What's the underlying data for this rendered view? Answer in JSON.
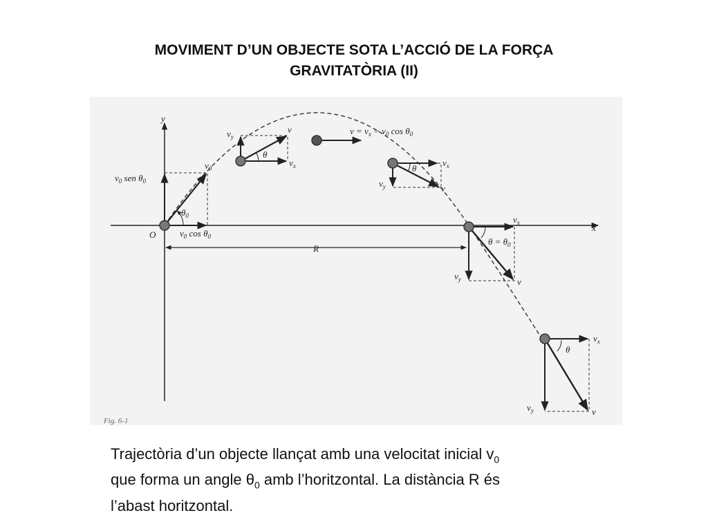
{
  "title": {
    "line1": "MOVIMENT D’UN OBJECTE SOTA L’ACCIÓ DE LA FORÇA",
    "line2": "GRAVITATÒRIA (II)"
  },
  "figure": {
    "labels": {
      "y_axis": "y",
      "x_axis": "x",
      "origin": "O",
      "range": "R",
      "v": "v",
      "v0": "v",
      "v0_sub": "0",
      "vx": "v",
      "vx_sub": "x",
      "vy": "v",
      "vy_sub": "y",
      "theta": "θ",
      "theta0": "θ",
      "theta0_sub": "0",
      "v0_sin": "v",
      "v0_sin_sub": "0",
      "v0_sin_rest": " sen θ",
      "v0_sin_sub2": "0",
      "v0_cos": "v",
      "v0_cos_sub": "0",
      "v0_cos_rest": " cos θ",
      "v0_cos_sub2": "0",
      "apex_eq": "v = v",
      "apex_eq_sub1": "x",
      "apex_eq_mid": " = v",
      "apex_eq_sub2": "0",
      "apex_eq_rest": " cos θ",
      "apex_eq_sub3": "0",
      "theta_eq": "θ = θ",
      "theta_eq_sub": "0",
      "fig_caption": "Fig. 6-1"
    },
    "colors": {
      "ink": "#222222",
      "paper": "#f3f3f3"
    }
  },
  "caption": {
    "line1_a": "Trajectòria d’un objecte llançat amb una velocitat inicial v",
    "line1_sub": "0",
    "line2_a": "que forma un angle ",
    "line2_theta": "θ",
    "line2_sub": "0",
    "line2_b": " amb l’horitzontal. La distància R és",
    "line3": "l’abast horitzontal."
  }
}
